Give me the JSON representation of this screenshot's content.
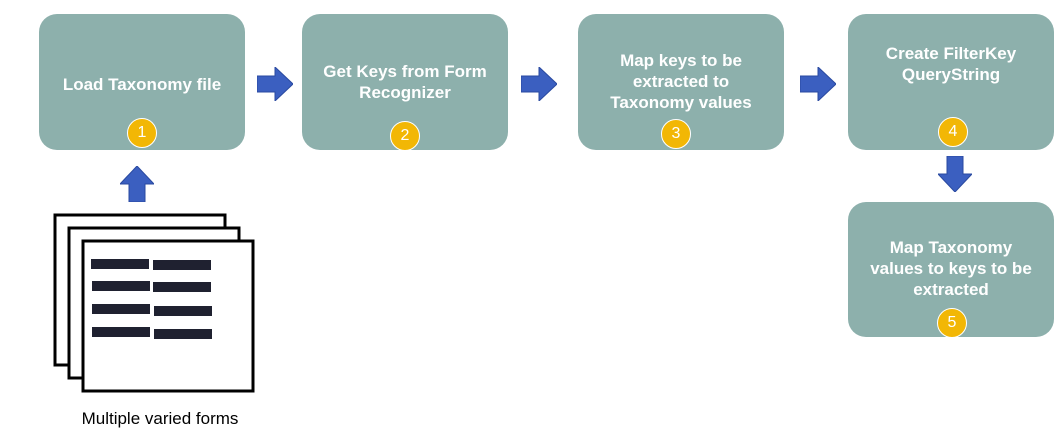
{
  "steps": [
    {
      "label": "Load Taxonomy file",
      "number": "1"
    },
    {
      "label": "Get Keys from Form\nRecognizer",
      "number": "2"
    },
    {
      "label": "Map keys to be\nextracted to\nTaxonomy values",
      "number": "3"
    },
    {
      "label": "Create FilterKey\nQueryString",
      "number": "4"
    },
    {
      "label": "Map Taxonomy\nvalues to keys to be\nextracted",
      "number": "5"
    }
  ],
  "forms": {
    "caption": "Multiple varied forms",
    "icon": "stacked-forms-icon"
  },
  "colors": {
    "box": "#8db0ac",
    "box_text": "#ffffff",
    "badge": "#f2b705",
    "arrow": "#3b5fc0"
  }
}
